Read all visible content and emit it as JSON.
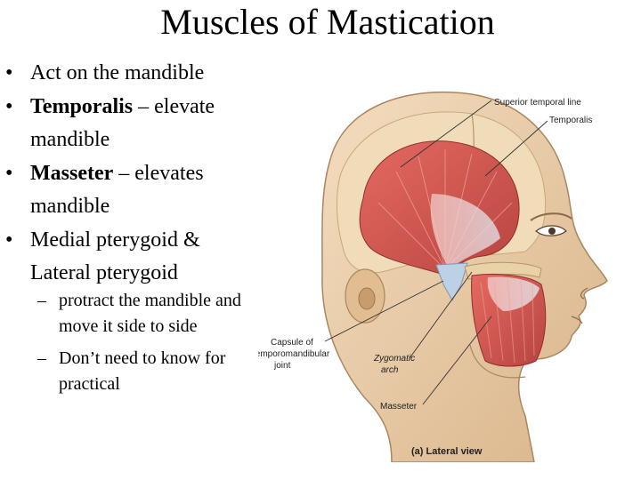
{
  "slide": {
    "title": "Muscles of Mastication"
  },
  "bullets": [
    {
      "mark": "•",
      "bold": "",
      "text": "Act on the mandible"
    },
    {
      "mark": "•",
      "bold": "Temporalis",
      "text": " – elevate mandible"
    },
    {
      "mark": "•",
      "bold": "Masseter",
      "text": " – elevates mandible"
    },
    {
      "mark": "•",
      "bold": "",
      "text": "Medial pterygoid & Lateral pterygoid"
    }
  ],
  "sub_bullets": [
    {
      "mark": "–",
      "text": "protract the mandible and move it side to side"
    },
    {
      "mark": "–",
      "text": "Don’t need to know for practical"
    }
  ],
  "figure": {
    "labels": {
      "superior_temporal_line": "Superior temporal line",
      "temporalis": "Temporalis",
      "capsule_line1": "Capsule of",
      "capsule_line2": "temporomandibular",
      "capsule_line3": "joint",
      "zygomatic_line1": "Zygomatic",
      "zygomatic_line2": "arch",
      "masseter": "Masseter",
      "caption": "(a) Lateral view"
    },
    "colors": {
      "skin": "#e8c9a3",
      "bone": "#f0dcb8",
      "muscle": "#d9554f",
      "tendon": "#cfd8e6"
    }
  }
}
